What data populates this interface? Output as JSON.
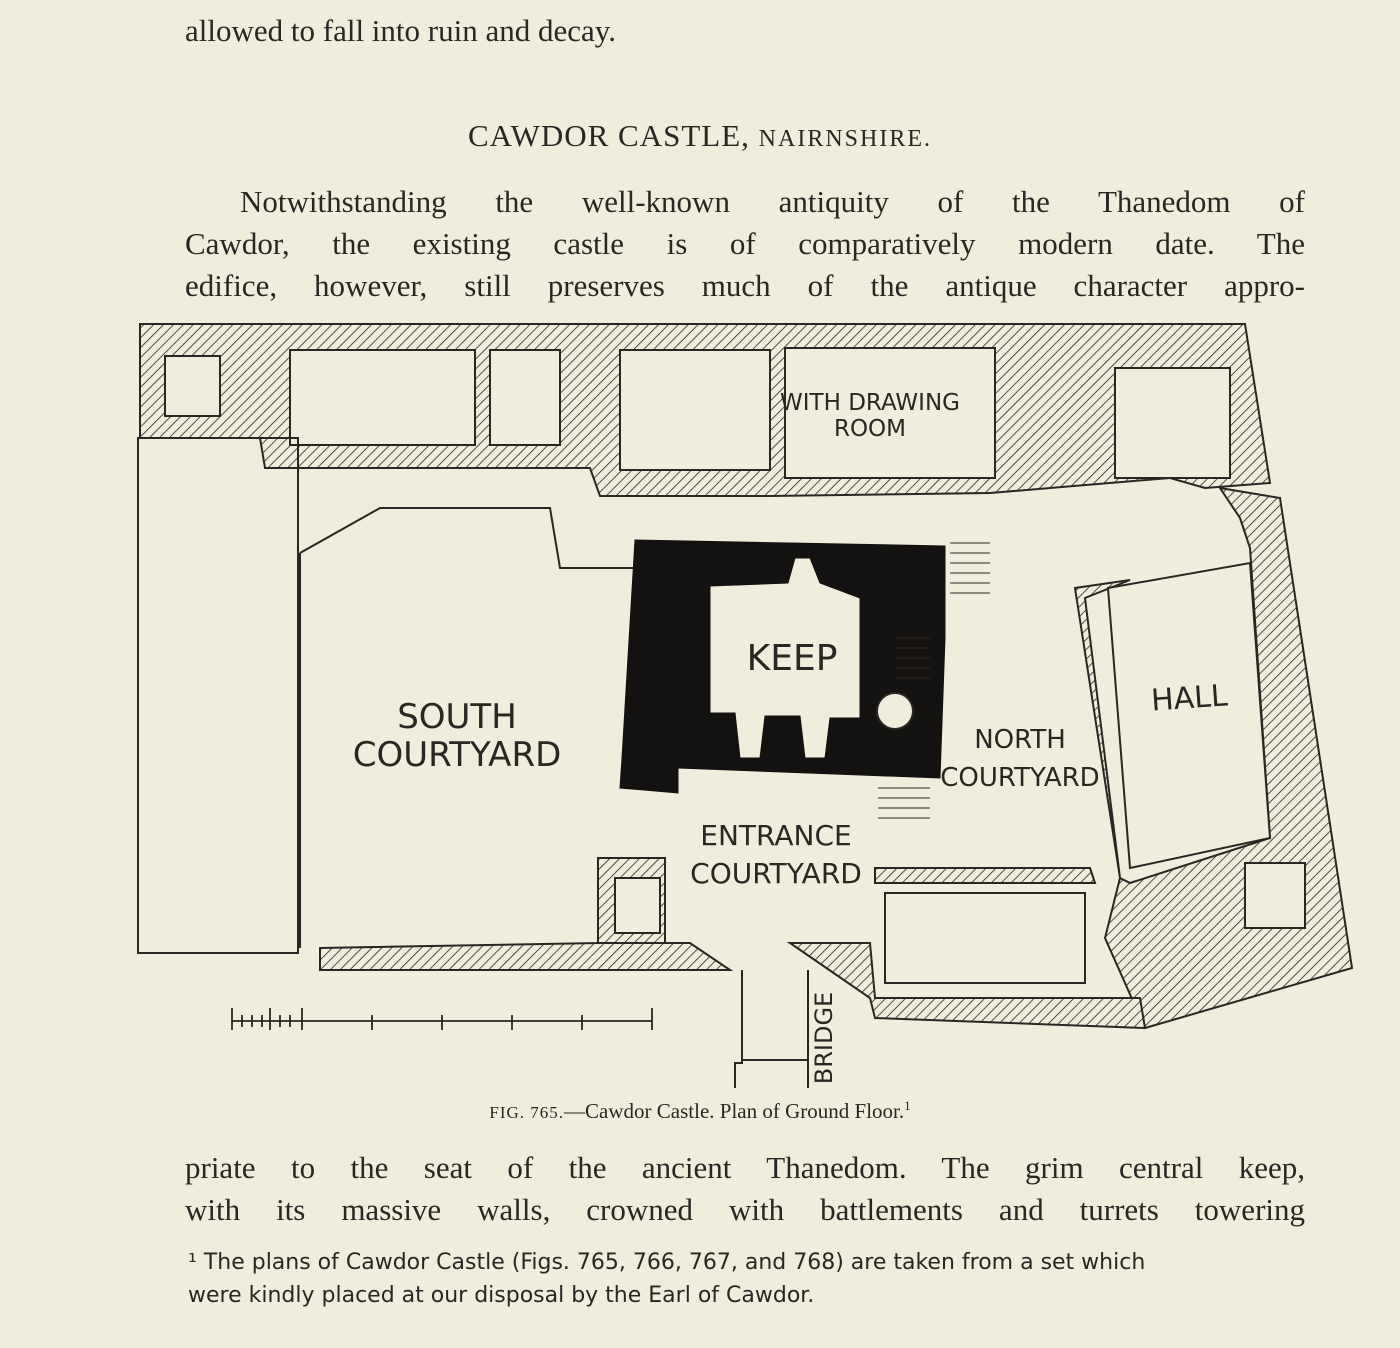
{
  "text_top": "allowed to fall into ruin and decay.",
  "heading": {
    "main": "CAWDOR CASTLE,",
    "sub": "Nairnshire."
  },
  "paragraph_1": [
    "Notwithstanding the well-known antiquity of the Thanedom of",
    "Cawdor, the existing castle is of comparatively modern date. The",
    "edifice, however, still preserves much of the antique character appro-"
  ],
  "plan_labels": {
    "with_drawing_room_1": "WITH DRAWING",
    "with_drawing_room_2": "ROOM",
    "keep": "KEEP",
    "hall": "HALL",
    "south_courtyard_1": "SOUTH",
    "south_courtyard_2": "COURTYARD",
    "north_courtyard_1": "NORTH",
    "north_courtyard_2": "COURTYARD",
    "entrance_courtyard_1": "ENTRANCE",
    "entrance_courtyard_2": "COURTYARD",
    "bridge": "BRIDGE"
  },
  "caption": {
    "fig": "Fig. 765.",
    "text": "—Cawdor Castle. Plan of Ground Floor.",
    "note_ref": "1"
  },
  "paragraph_2": [
    "priate to the seat of the ancient Thanedom. The grim central keep,",
    "with its massive walls, crowned with battlements and turrets towering"
  ],
  "footnote": [
    "¹ The plans of Cawdor Castle (Figs. 765, 766, 767, and 768) are taken from a set which",
    "were kindly placed at our disposal by the Earl of Cawdor."
  ]
}
